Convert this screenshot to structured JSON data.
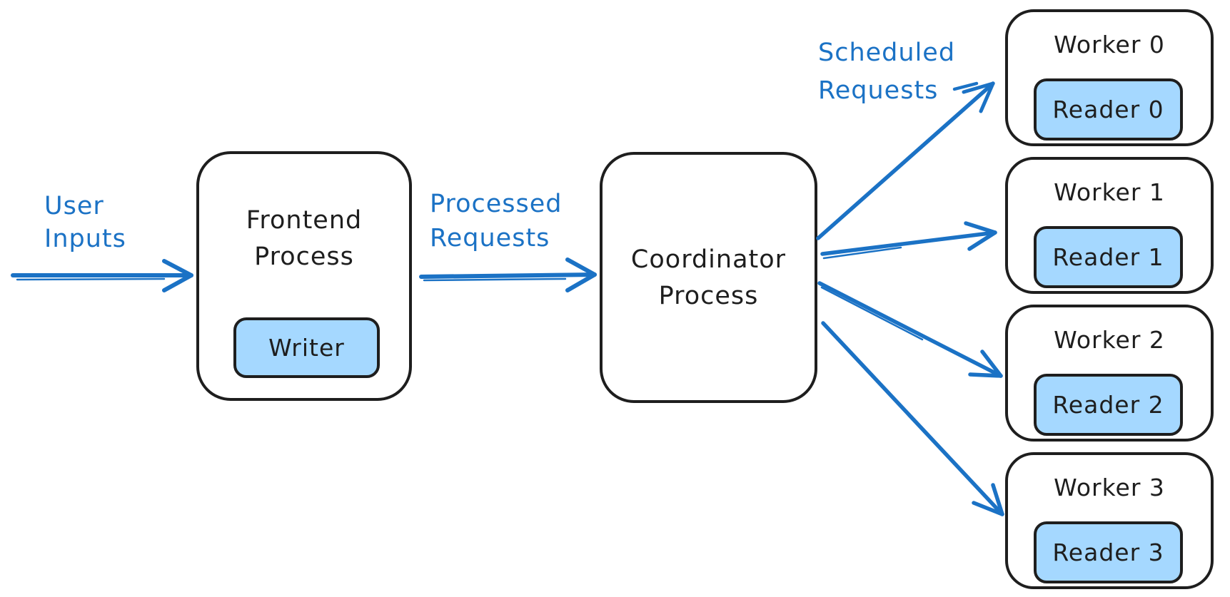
{
  "diagram": {
    "colors": {
      "accent_blue": "#1b72c5",
      "light_blue_fill": "#a5d8ff",
      "ink_black": "#1e1e1e",
      "background": "#ffffff"
    },
    "edge_labels": {
      "user_inputs": {
        "line1": "User",
        "line2": "Inputs"
      },
      "processed_requests": {
        "line1": "Processed",
        "line2": "Requests"
      },
      "scheduled_requests": {
        "line1": "Scheduled",
        "line2": "Requests"
      }
    },
    "nodes": {
      "frontend": {
        "title_line1": "Frontend",
        "title_line2": "Process",
        "child": "Writer"
      },
      "coordinator": {
        "title_line1": "Coordinator",
        "title_line2": "Process"
      },
      "workers": [
        {
          "title": "Worker 0",
          "child": "Reader 0"
        },
        {
          "title": "Worker 1",
          "child": "Reader 1"
        },
        {
          "title": "Worker 2",
          "child": "Reader 2"
        },
        {
          "title": "Worker 3",
          "child": "Reader 3"
        }
      ]
    }
  }
}
